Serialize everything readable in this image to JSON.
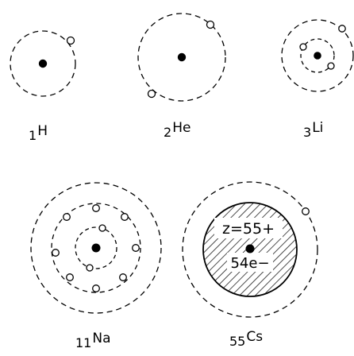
{
  "atoms": [
    {
      "id": "h",
      "atomic_number": "1",
      "symbol": "H"
    },
    {
      "id": "he",
      "atomic_number": "2",
      "symbol": "He"
    },
    {
      "id": "li",
      "atomic_number": "3",
      "symbol": "Li"
    },
    {
      "id": "na",
      "atomic_number": "11",
      "symbol": "Na"
    },
    {
      "id": "cs",
      "atomic_number": "55",
      "symbol": "Cs",
      "core_charge": "z=55+",
      "core_electrons": "54e−"
    }
  ],
  "colors": {
    "ink": "#000000",
    "background": "#ffffff"
  }
}
